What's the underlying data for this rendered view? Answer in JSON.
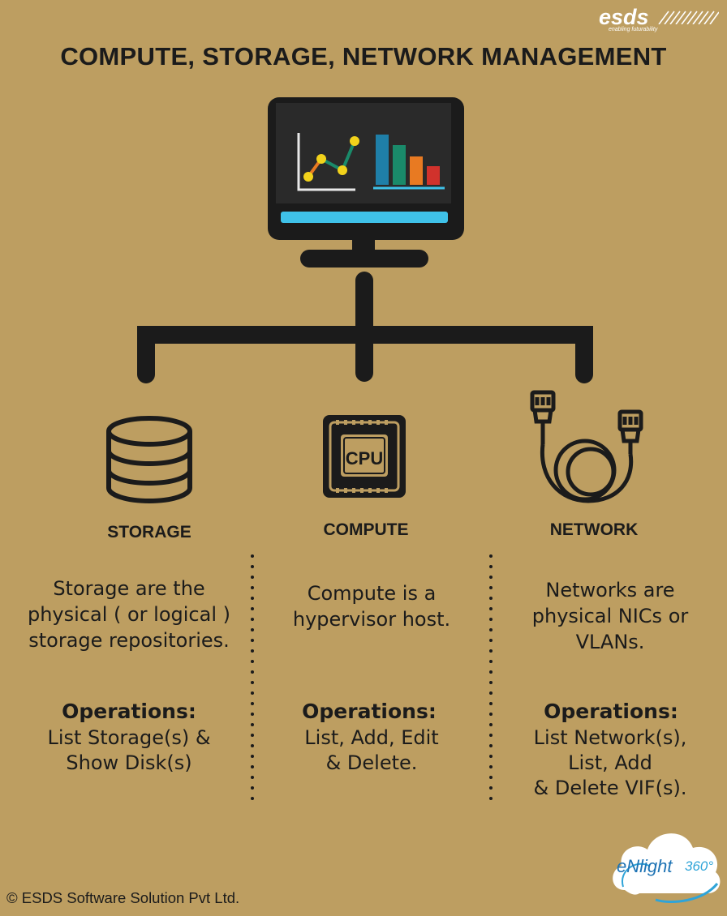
{
  "title": "COMPUTE, STORAGE, NETWORK MANAGEMENT",
  "logo": {
    "word": "esds",
    "tagline": "enabling futurability"
  },
  "columns": [
    {
      "label": "STORAGE",
      "icon": "database-icon",
      "desc": [
        "Storage are the",
        "physical ( or logical )",
        "storage repositories."
      ],
      "ops_heading": "Operations:",
      "ops": [
        "List Storage(s) &",
        "Show Disk(s)"
      ]
    },
    {
      "label": "COMPUTE",
      "icon": "cpu-chip-icon",
      "icon_text": "CPU",
      "desc": [
        "Compute is a",
        "hypervisor host."
      ],
      "ops_heading": "Operations:",
      "ops": [
        "List, Add, Edit",
        "& Delete."
      ]
    },
    {
      "label": "NETWORK",
      "icon": "network-cable-icon",
      "desc": [
        "Networks are",
        "physical NICs or",
        "VLANs."
      ],
      "ops_heading": "Operations:",
      "ops": [
        "List Network(s),",
        "List, Add",
        "& Delete VIF(s)."
      ]
    }
  ],
  "footer": "© ESDS Software Solution Pvt Ltd.",
  "badge": {
    "brand": "eNlight",
    "suffix": "360°"
  },
  "colors": {
    "background": "#bd9e61",
    "ink": "#1b1b1b",
    "screen_bar": "#3fc2e9",
    "chart_blue": "#1f7fa8",
    "chart_green": "#1a8a6a",
    "chart_orange": "#e87a22",
    "chart_red": "#d1322c",
    "chart_yellow": "#f2d21b"
  }
}
